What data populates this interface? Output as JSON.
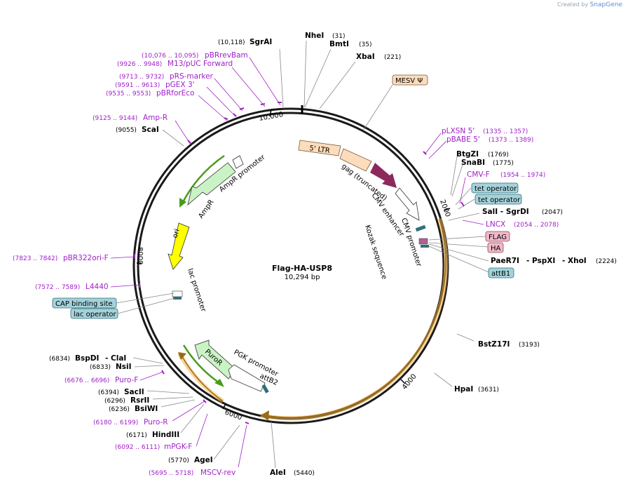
{
  "app": {
    "created_by": "Created by",
    "brand": "SnapGene"
  },
  "plasmid": {
    "name": "Flag-HA-USP8",
    "size": "10,294 bp"
  },
  "ticks": [
    "2000",
    "4000",
    "6000",
    "8000",
    "10,000"
  ],
  "enzymes": {
    "sgrai": {
      "name": "SgrAI",
      "pos": "(10,118)"
    },
    "nhei": {
      "name": "NheI",
      "pos": "(31)"
    },
    "bmti": {
      "name": "BmtI",
      "pos": "(35)"
    },
    "xbai": {
      "name": "XbaI",
      "pos": "(221)"
    },
    "btgzi": {
      "name": "BtgZI",
      "pos": "(1769)"
    },
    "snabi": {
      "name": "SnaBI",
      "pos": "(1775)"
    },
    "sali": {
      "name": "SalI",
      "sep": " - ",
      "name2": "SgrDI",
      "pos": "(2047)"
    },
    "paer7i": {
      "name": "PaeR7I",
      "name2": "- PspXI",
      "name3": "- XhoI",
      "pos": "(2224)"
    },
    "bstz17i": {
      "name": "BstZ17I",
      "pos": "(3193)"
    },
    "hpai": {
      "name": "HpaI",
      "pos": "(3631)"
    },
    "alei": {
      "name": "AleI",
      "pos": "(5440)"
    },
    "agei": {
      "name": "AgeI",
      "pos": "(5770)"
    },
    "hindiii": {
      "name": "HindIII",
      "pos": "(6171)"
    },
    "bsiwi": {
      "name": "BsiWI",
      "pos": "(6236)"
    },
    "rsrii": {
      "name": "RsrII",
      "pos": "(6296)"
    },
    "sacii": {
      "name": "SacII",
      "pos": "(6394)"
    },
    "nsii": {
      "name": "NsiI",
      "pos": "(6833)"
    },
    "bspdi": {
      "name": "BspDI",
      "name2": "- ClaI",
      "pos": "(6834)"
    },
    "scai": {
      "name": "ScaI",
      "pos": "(9055)"
    }
  },
  "primers": {
    "pbrrevbam": {
      "name": "pBRrevBam",
      "pos": "(10,076 .. 10,095)"
    },
    "m13": {
      "name": "M13/pUC Forward",
      "pos": "(9926 .. 9948)"
    },
    "prsmarker": {
      "name": "pRS-marker",
      "pos": "(9713 .. 9732)"
    },
    "pgex3": {
      "name": "pGEX 3'",
      "pos": "(9591 .. 9613)"
    },
    "pbrforeco": {
      "name": "pBRforEco",
      "pos": "(9535 .. 9553)"
    },
    "ampr": {
      "name": "Amp-R",
      "pos": "(9125 .. 9144)"
    },
    "plxsn5": {
      "name": "pLXSN 5'",
      "pos": "(1335 .. 1357)"
    },
    "pbabe5": {
      "name": "pBABE 5'",
      "pos": "(1373 .. 1389)"
    },
    "cmvf": {
      "name": "CMV-F",
      "pos": "(1954 .. 1974)"
    },
    "lncx": {
      "name": "LNCX",
      "pos": "(2054 .. 2078)"
    },
    "pbr322ori": {
      "name": "pBR322ori-F",
      "pos": "(7823 .. 7842)"
    },
    "l4440": {
      "name": "L4440",
      "pos": "(7572 .. 7589)"
    },
    "purof": {
      "name": "Puro-F",
      "pos": "(6676 .. 6696)"
    },
    "puror": {
      "name": "Puro-R",
      "pos": "(6180 .. 6199)"
    },
    "mpgkf": {
      "name": "mPGK-F",
      "pos": "(6092 .. 6111)"
    },
    "msvrev": {
      "name": "MSCV-rev",
      "pos": "(5695 .. 5718)"
    }
  },
  "boxes": {
    "mesv": "MESV Ψ",
    "tetop1": "tet operator",
    "tetop2": "tet operator",
    "flag": "FLAG",
    "ha": "HA",
    "attb1": "attB1",
    "cap": "CAP binding site",
    "lacop": "lac operator"
  },
  "features": {
    "ltr": "5' LTR",
    "gag": "gag (truncated)",
    "cmvenh": "CMV enhancer",
    "cmvprom": "CMV promoter",
    "kozak": "Kozak sequence",
    "amprprom": "AmpR promoter",
    "ampr": "AmpR",
    "ori": "ori",
    "lacprom": "lac promoter",
    "puror": "PuroR",
    "pgk": "PGK promoter",
    "attb2": "attB2"
  },
  "colors": {
    "backbone": "#1a1a1a",
    "primer": "#a020c8",
    "orf": "#f7c98d",
    "green_arrow": "#c9f3c4",
    "ori": "#ffff00",
    "gag": "#8b2a5a",
    "box_teal": "#a5d2da",
    "box_pink": "#f0b8c8",
    "box_peach": "#fcdcbc"
  }
}
